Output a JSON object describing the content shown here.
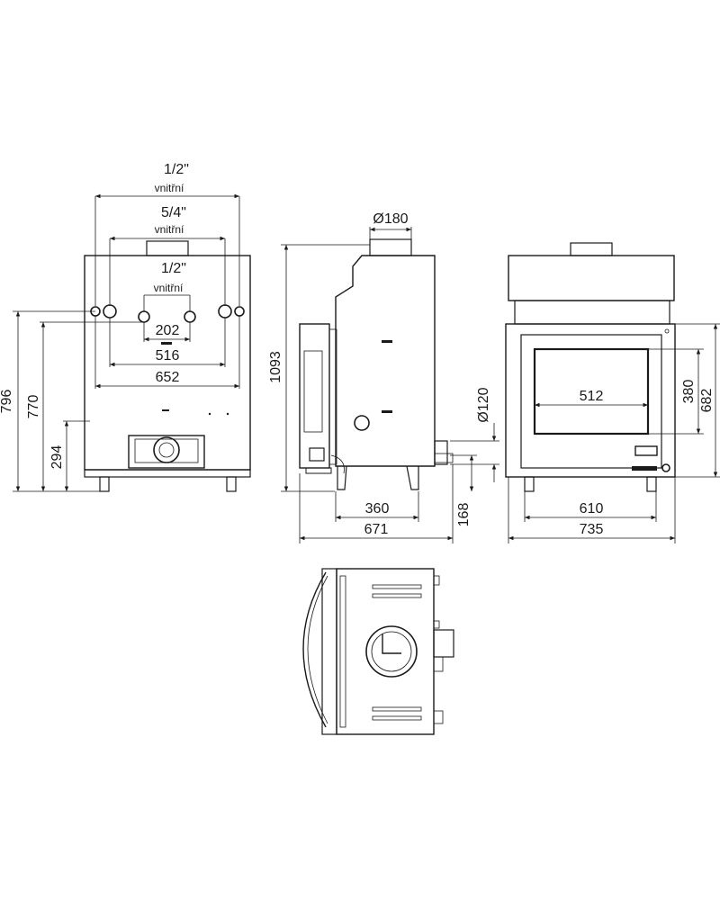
{
  "colors": {
    "ink": "#1a1a1a",
    "background": "#ffffff"
  },
  "rear_view": {
    "pipe_top_size": "1/2\"",
    "pipe_top_note": "vnitřní",
    "pipe_mid_size": "5/4\"",
    "pipe_mid_note": "vnitřní",
    "pipe_inner_size": "1/2\"",
    "pipe_inner_note": "vnitřní",
    "dim_202": "202",
    "dim_516": "516",
    "dim_652": "652",
    "height_796": "796",
    "height_770": "770",
    "height_294": "294"
  },
  "side_view": {
    "flue_diameter": "Ø180",
    "height_1093": "1093",
    "air_diameter": "Ø120",
    "depth_360": "360",
    "depth_671": "671",
    "height_168": "168"
  },
  "front_view": {
    "glass_width": "512",
    "glass_height": "380",
    "opening_height": "682",
    "legs_width": "610",
    "total_width": "735"
  }
}
